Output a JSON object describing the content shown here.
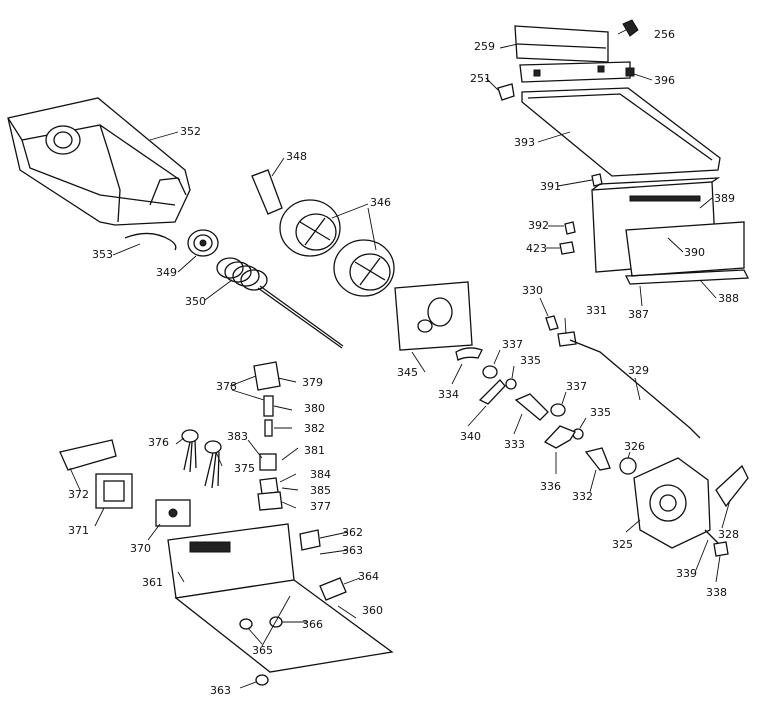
{
  "diagram": {
    "parts": [
      {
        "id": "p352",
        "label": "352"
      },
      {
        "id": "p353",
        "label": "353"
      },
      {
        "id": "p349",
        "label": "349"
      },
      {
        "id": "p350",
        "label": "350"
      },
      {
        "id": "p348",
        "label": "348"
      },
      {
        "id": "p346",
        "label": "346"
      },
      {
        "id": "p345",
        "label": "345"
      },
      {
        "id": "p259",
        "label": "259"
      },
      {
        "id": "p256",
        "label": "256"
      },
      {
        "id": "p251",
        "label": "251"
      },
      {
        "id": "p396",
        "label": "396"
      },
      {
        "id": "p393",
        "label": "393"
      },
      {
        "id": "p391",
        "label": "391"
      },
      {
        "id": "p389",
        "label": "389"
      },
      {
        "id": "p392",
        "label": "392"
      },
      {
        "id": "p390",
        "label": "390"
      },
      {
        "id": "p423",
        "label": "423"
      },
      {
        "id": "p388",
        "label": "388"
      },
      {
        "id": "p387",
        "label": "387"
      },
      {
        "id": "p330",
        "label": "330"
      },
      {
        "id": "p331",
        "label": "331"
      },
      {
        "id": "p329",
        "label": "329"
      },
      {
        "id": "p337a",
        "label": "337"
      },
      {
        "id": "p335a",
        "label": "335"
      },
      {
        "id": "p334",
        "label": "334"
      },
      {
        "id": "p340",
        "label": "340"
      },
      {
        "id": "p333",
        "label": "333"
      },
      {
        "id": "p337b",
        "label": "337"
      },
      {
        "id": "p335b",
        "label": "335"
      },
      {
        "id": "p336",
        "label": "336"
      },
      {
        "id": "p332",
        "label": "332"
      },
      {
        "id": "p326",
        "label": "326"
      },
      {
        "id": "p325",
        "label": "325"
      },
      {
        "id": "p328",
        "label": "328"
      },
      {
        "id": "p339",
        "label": "339"
      },
      {
        "id": "p338",
        "label": "338"
      },
      {
        "id": "p378",
        "label": "378"
      },
      {
        "id": "p379",
        "label": "379"
      },
      {
        "id": "p380",
        "label": "380"
      },
      {
        "id": "p382",
        "label": "382"
      },
      {
        "id": "p383",
        "label": "383"
      },
      {
        "id": "p381",
        "label": "381"
      },
      {
        "id": "p384",
        "label": "384"
      },
      {
        "id": "p385",
        "label": "385"
      },
      {
        "id": "p377",
        "label": "377"
      },
      {
        "id": "p376",
        "label": "376"
      },
      {
        "id": "p375",
        "label": "375"
      },
      {
        "id": "p372",
        "label": "372"
      },
      {
        "id": "p371",
        "label": "371"
      },
      {
        "id": "p370",
        "label": "370"
      },
      {
        "id": "p362",
        "label": "362"
      },
      {
        "id": "p363a",
        "label": "363"
      },
      {
        "id": "p364",
        "label": "364"
      },
      {
        "id": "p361",
        "label": "361"
      },
      {
        "id": "p360",
        "label": "360"
      },
      {
        "id": "p366",
        "label": "366"
      },
      {
        "id": "p365",
        "label": "365"
      },
      {
        "id": "p363b",
        "label": "363"
      }
    ]
  }
}
